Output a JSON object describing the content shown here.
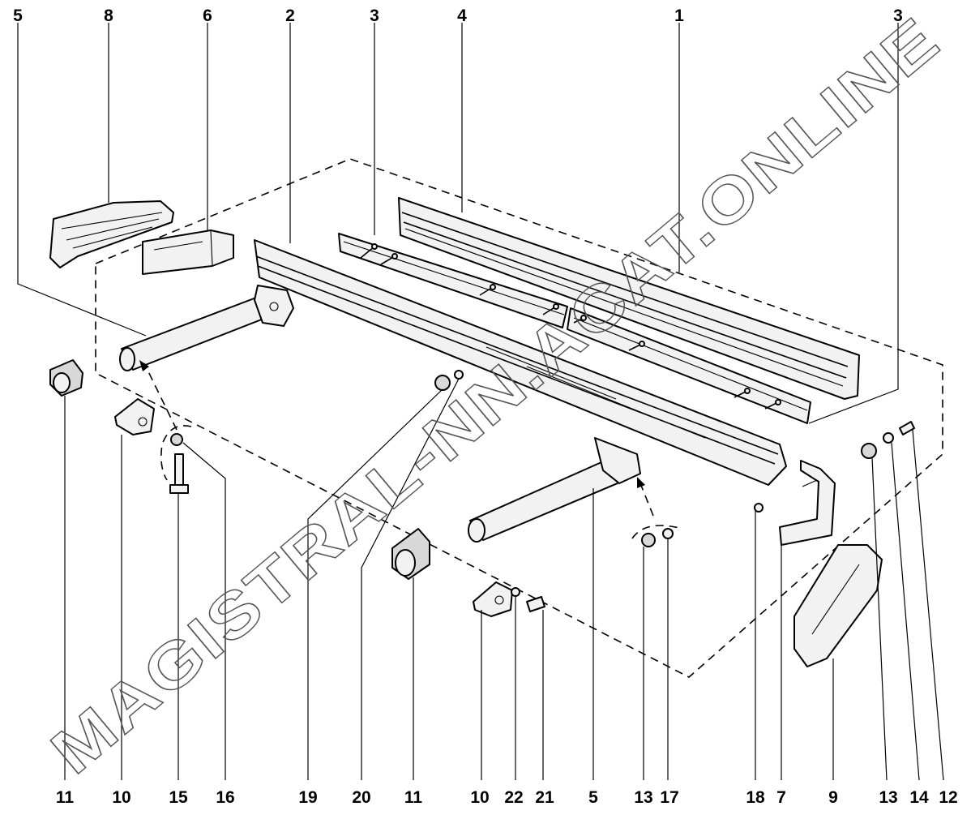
{
  "watermark": "MAGISTRAL-NN.ACAT.ONLINE",
  "top_callouts": [
    "5",
    "8",
    "6",
    "2",
    "3",
    "4",
    "1",
    "3"
  ],
  "bottom_callouts": [
    "11",
    "10",
    "15",
    "16",
    "19",
    "20",
    "11",
    "10",
    "22",
    "21",
    "5",
    "13",
    "17",
    "18",
    "7",
    "9",
    "13",
    "14",
    "12"
  ]
}
